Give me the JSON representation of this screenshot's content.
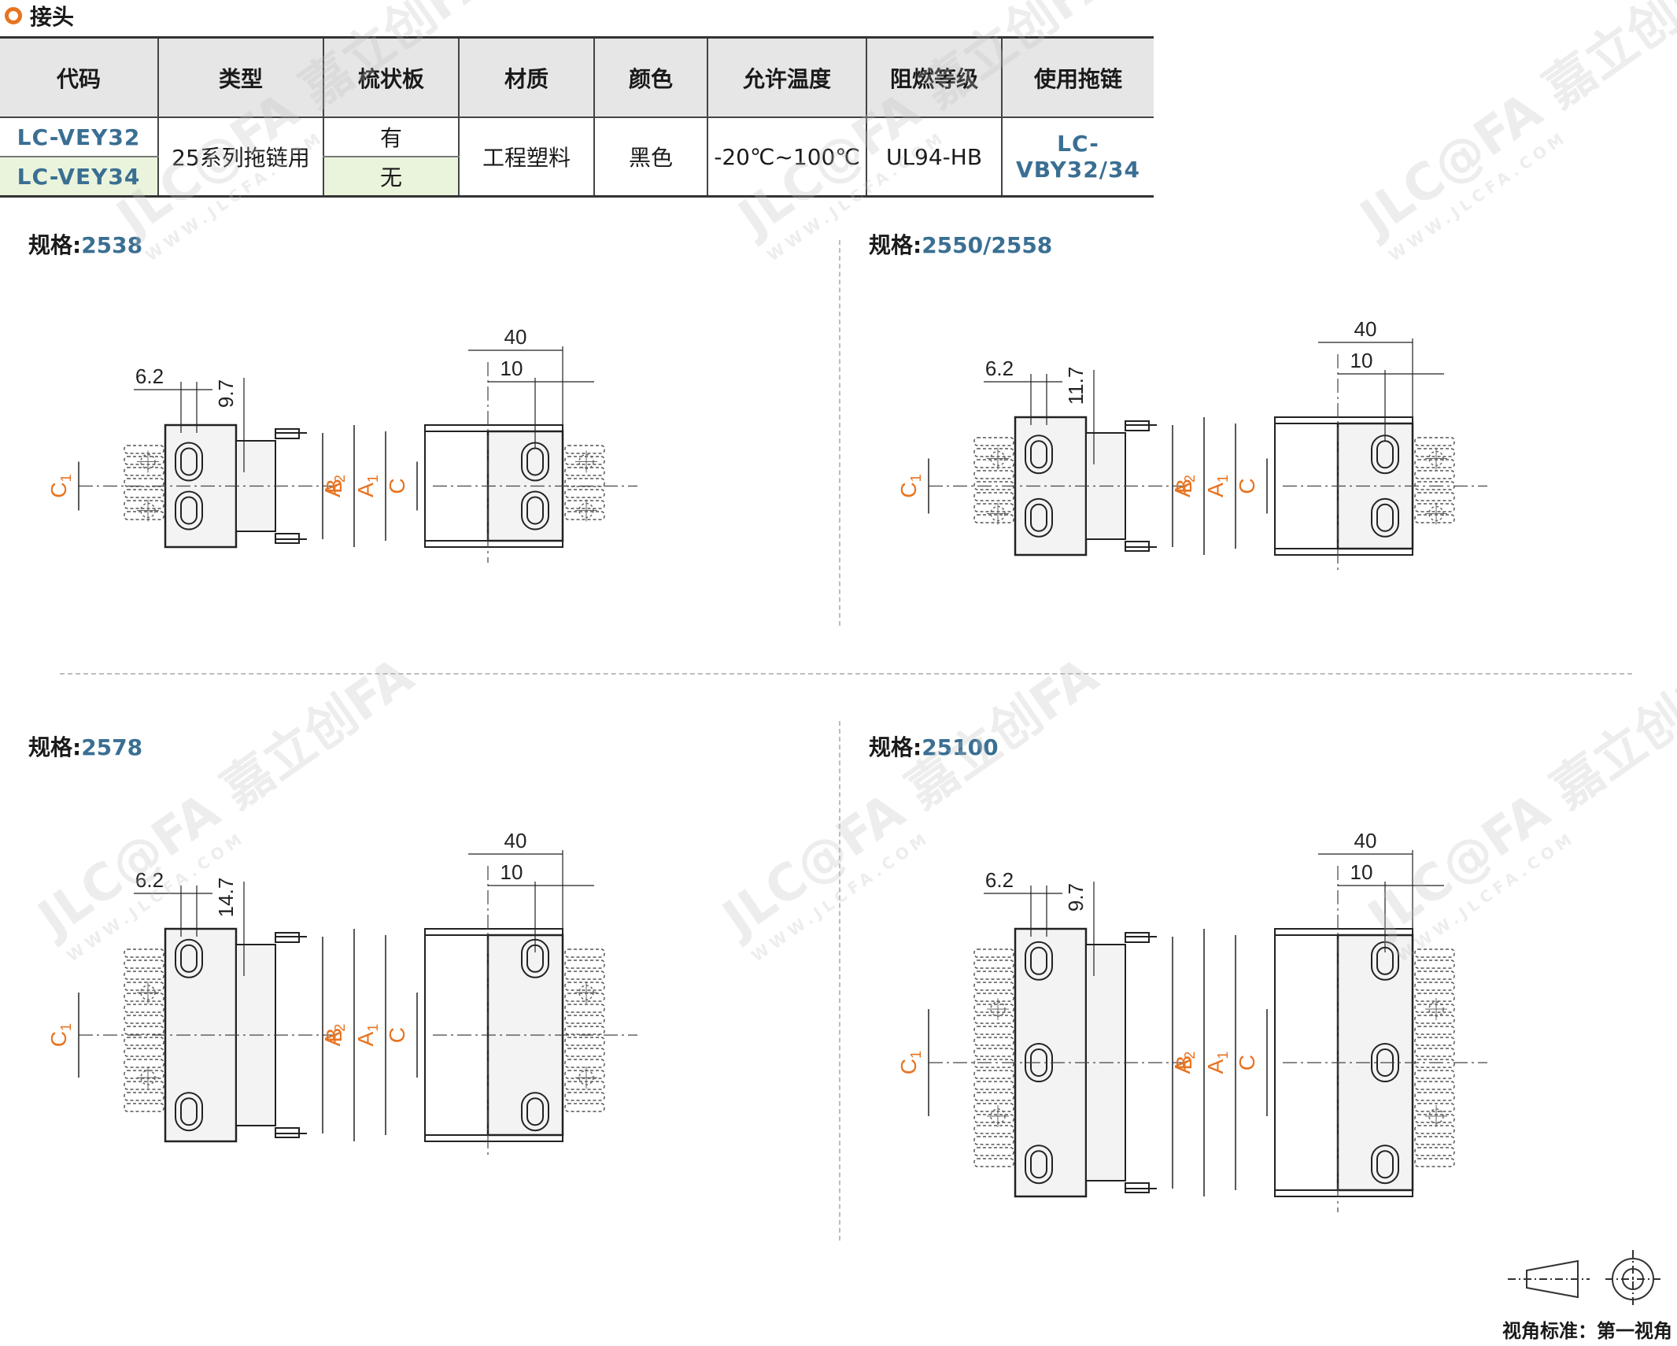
{
  "section": {
    "title": "接头"
  },
  "table": {
    "headers": [
      "代码",
      "类型",
      "梳状板",
      "材质",
      "颜色",
      "允许温度",
      "阻燃等级",
      "使用拖链"
    ],
    "rows": [
      {
        "code": "LC-VEY32",
        "comb": "有"
      },
      {
        "code": "LC-VEY34",
        "comb": "无"
      }
    ],
    "type": "25系列拖链用",
    "material": "工程塑料",
    "color": "黑色",
    "temperature": "-20℃~100℃",
    "flame": "UL94-HB",
    "chain": "LC-VBY32/34"
  },
  "specs": [
    {
      "label": "规格:",
      "value": "2538",
      "dims": {
        "w40": "40",
        "w10": "10",
        "p": "6.2",
        "h": "9.7"
      }
    },
    {
      "label": "规格:",
      "value": "2550/2558",
      "dims": {
        "w40": "40",
        "w10": "10",
        "p": "6.2",
        "h": "11.7"
      }
    },
    {
      "label": "规格:",
      "value": "2578",
      "dims": {
        "w40": "40",
        "w10": "10",
        "p": "6.2",
        "h": "14.7"
      }
    },
    {
      "label": "规格:",
      "value": "25100",
      "dims": {
        "w40": "40",
        "w10": "10",
        "p": "6.2",
        "h": "9.7"
      }
    }
  ],
  "dimension_labels": {
    "C1": "C1",
    "A2": "A2",
    "B": "B",
    "A1": "A1",
    "C": "C"
  },
  "watermark": {
    "brand": "JLC@FA",
    "cn": "嘉立创FA",
    "url": "WWW.JLCFA.COM"
  },
  "footer": {
    "projection": "视角标准：第一视角"
  },
  "colors": {
    "accent": "#e8731f",
    "code_blue": "#3a6f93",
    "header_gray": "#e6e6e6",
    "green": "#eaf4dc"
  }
}
